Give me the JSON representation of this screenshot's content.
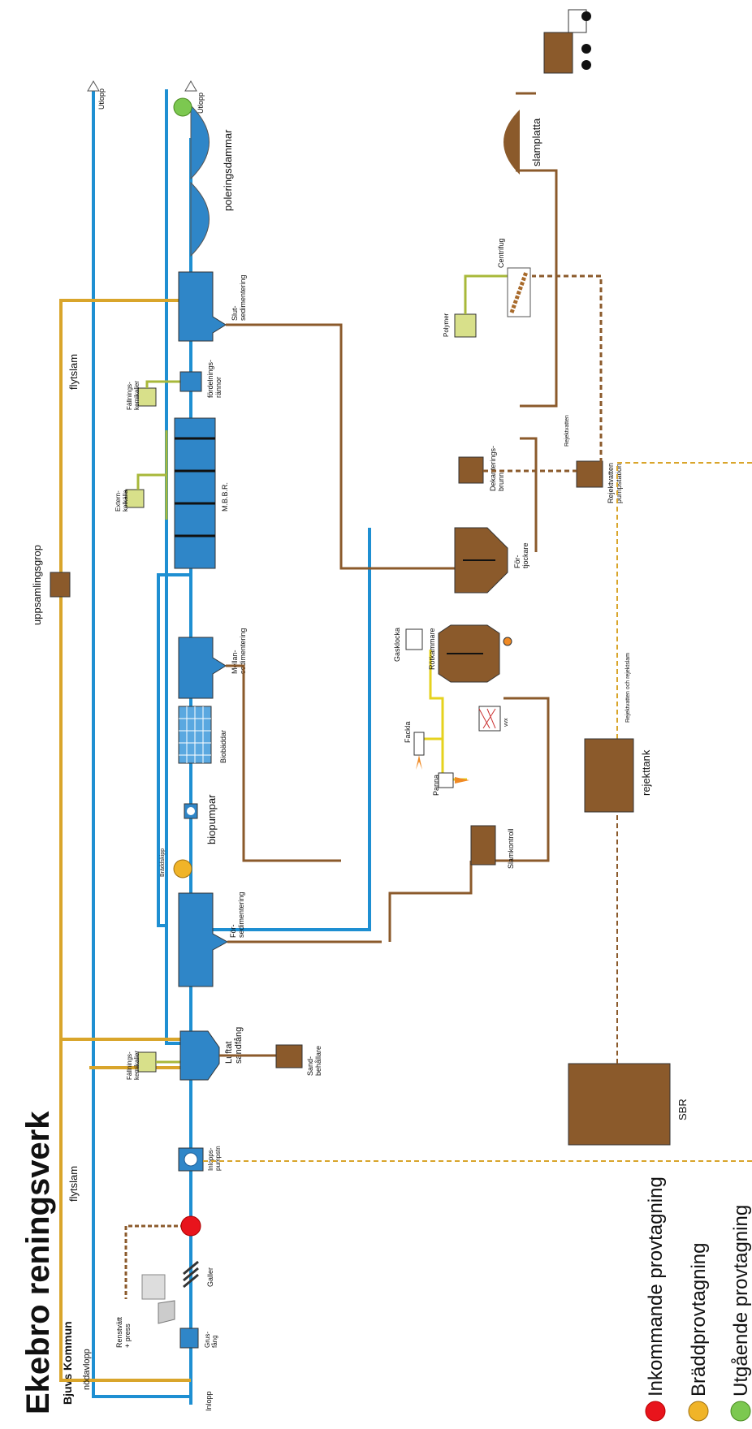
{
  "title": "Ekebro reningsverk",
  "subtitle": "Bjuvs Kommun",
  "legend": [
    {
      "label": "Inkommande provtagning",
      "color": "#e8141c"
    },
    {
      "label": "Bräddprovtagning",
      "color": "#f0b428"
    },
    {
      "label": "Utgående provtagning",
      "color": "#7cc850"
    }
  ],
  "colors": {
    "water": "#1e8fd2",
    "sludge": "#8b5a2b",
    "floating_sludge": "#d9a52b",
    "gas": "#e6d21e",
    "chem": "#a8b83a",
    "tank_water": "#2f86c8"
  },
  "labels": {
    "inlopp": "Inlopp",
    "nodavlopp": "nödavlopp",
    "utlopp_top": "Utlopp",
    "utlopp_pond": "Utlopp",
    "grusfang": "Grus-\nfång",
    "renstvatt": "Renstvätt\n+ press",
    "galler": "Galler",
    "inloppspumpstn": "Inlopps-\npumpstn",
    "flytslam_left": "flytslam",
    "flytslam_right": "flytslam",
    "fallning_1": "Fällnings-\nkemikalier",
    "luftat": "Luftat\nsandfång",
    "sandbehallare": "Sand-\nbehållare",
    "forsed": "För-\nsedimentering",
    "braddskipp": "Bräddskipp",
    "biopumpar": "biopumpar",
    "biobaddar": "Biobäddar",
    "mellansed": "Mellan-\nsedimentering",
    "uppsamlingsgrop": "uppsamlingsgrop",
    "externkolkalla": "Extern-\nkolkälla",
    "mbbr": "M.B.B.R.",
    "fallning_2": "Fällnings-\nkemikalier",
    "fordelningsrannor": "fördelnings-\nrännor",
    "slutsed": "Slut-\nsedimentering",
    "poleringsdammar": "poleringsdammar",
    "slamkontroll": "Slamkontroll",
    "panna": "Panna",
    "fackla": "Fackla",
    "rotkammare": "Rötkammare",
    "gasklocka": "Gasklocka",
    "fortjockare": "För-\ntjockare",
    "dekanteringsbrunn": "Dekanterings-\nbrunn",
    "rejektvatten_pumpstation": "Rejektvatten\npumpstation",
    "rejektvatten_small": "Rejektvatten",
    "rejekt_dash": "Rejektvatten och rejektslam",
    "polymer": "Polymer",
    "centrifug": "Centrifug",
    "slamplatta": "slamplatta",
    "sbr": "SBR",
    "rejekttank": "rejekttank",
    "vvx": "vvx"
  }
}
